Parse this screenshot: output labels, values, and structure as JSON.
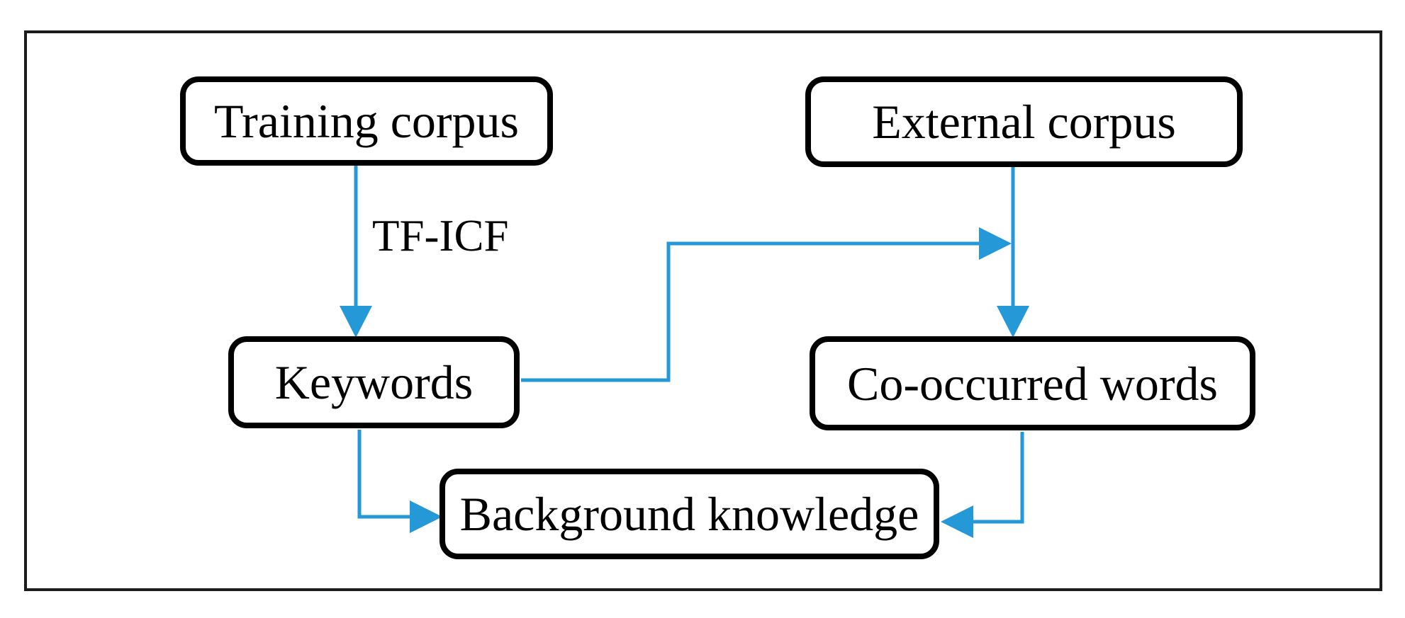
{
  "diagram": {
    "nodes": {
      "training_corpus": {
        "label": "Training corpus"
      },
      "external_corpus": {
        "label": "External corpus"
      },
      "keywords": {
        "label": "Keywords"
      },
      "co_occurred_words": {
        "label": "Co-occurred words"
      },
      "background_knowledge": {
        "label": "Background knowledge"
      }
    },
    "edges": [
      {
        "from": "Training corpus",
        "to": "Keywords",
        "label": "TF-ICF",
        "style": "straight-down"
      },
      {
        "from": "External corpus",
        "to": "Co-occurred words",
        "label": "",
        "style": "straight-down"
      },
      {
        "from": "Keywords",
        "to": "Co-occurred words",
        "label": "",
        "style": "elbow-right-up-right"
      },
      {
        "from": "Keywords",
        "to": "Background knowledge",
        "label": "",
        "style": "elbow-down-right"
      },
      {
        "from": "Co-occurred words",
        "to": "Background knowledge",
        "label": "",
        "style": "elbow-down-left"
      }
    ],
    "colors": {
      "arrow": "#2599d8",
      "box_border": "#000000",
      "frame_border": "#1c1c1c",
      "background": "#ffffff",
      "text": "#000000"
    }
  }
}
